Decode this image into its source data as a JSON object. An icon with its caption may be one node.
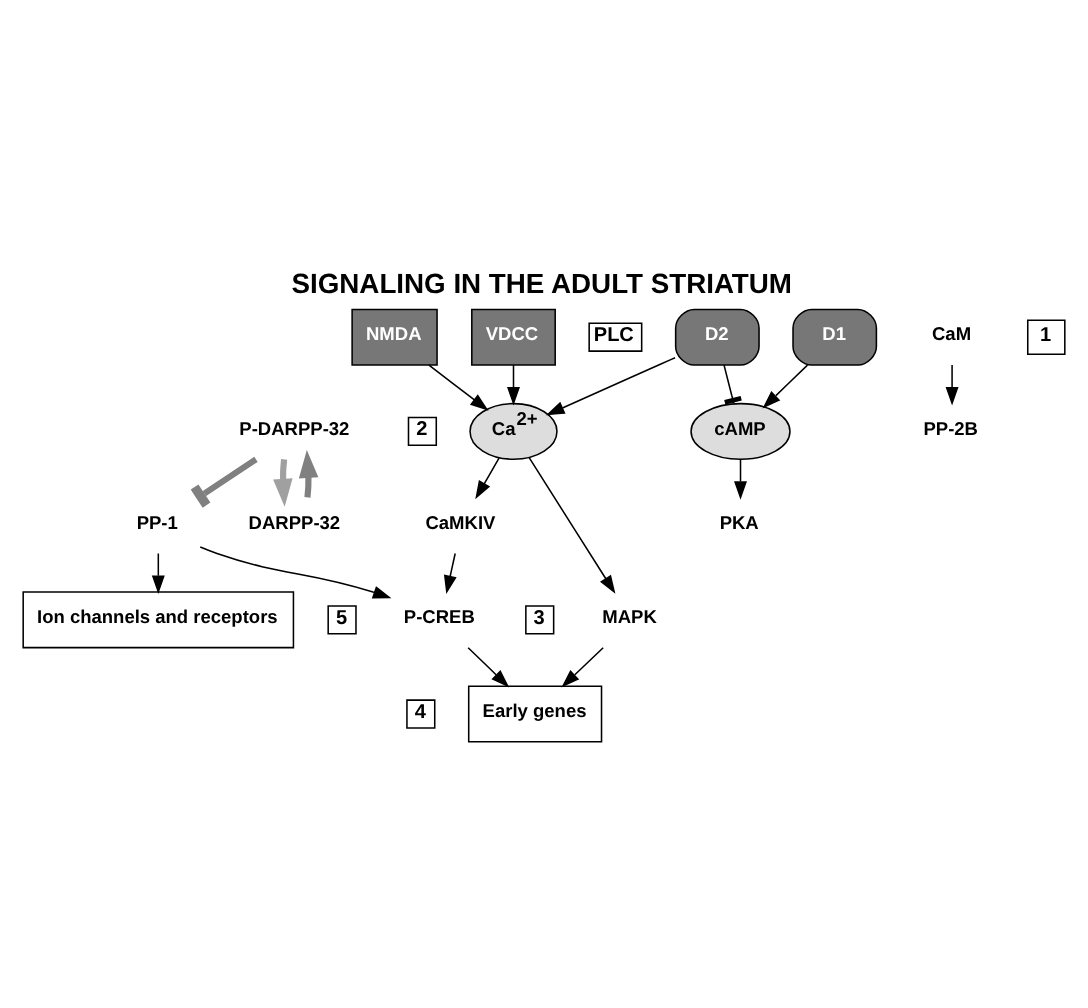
{
  "diagram": {
    "title": "SIGNALING IN THE ADULT STRIATUM",
    "nodes": [
      {
        "text": [
          "VDCC"
        ]
      },
      {
        "text": [
          "NMDA"
        ]
      },
      {
        "text": [
          "D2"
        ],
        "beside": [
          "PLC"
        ]
      },
      {
        "text": [
          "D1"
        ]
      },
      {
        "text": [
          "Ca$^{2+}$"
        ],
        "beside": [
          "2"
        ]
      },
      {
        "text": [
          "cAMP"
        ]
      },
      {
        "text": [
          "CaM"
        ]
      },
      {
        "text": [
          "PP-2B"
        ]
      },
      {
        "text": [
          "MAPK"
        ],
        "beside": [
          "3"
        ]
      },
      {
        "text": [
          "CaMKIV"
        ]
      },
      {
        "text": [
          "DARPP-32"
        ]
      },
      {
        "text": [
          "P-DARPP-32"
        ]
      },
      {
        "text": [
          "PKA"
        ]
      },
      {
        "text": [
          "PP-1"
        ]
      },
      {
        "text": [
          "P-CREB"
        ]
      },
      {
        "text": [
          "Early genes"
        ],
        "beside": [
          "4"
        ]
      },
      {
        "text": [
          "Ion channels and receptors"
        ],
        "beside": [
          "5"
        ]
      }
    ],
    "edges": [
      {
        "from": 0,
        "to": 4,
        "arrow": "to"
      },
      {
        "from": 1,
        "to": 4,
        "arrow": "to"
      },
      {
        "from": 2,
        "to": 4,
        "arrow": "to"
      },
      {
        "from": 2,
        "to": 5,
        "arrow": "other"
      },
      {
        "from": 3,
        "to": 5,
        "arrow": "to"
      },
      {
        "from": 5,
        "to": 12,
        "arrow": "to"
      },
      {
        "from": 4,
        "to": 8,
        "arrow": "to"
      },
      {
        "from": 4,
        "to": 9,
        "arrow": "to"
      },
      {
        "from": 6,
        "to": 7,
        "arrow": "to"
      },
      {
        "from": 10,
        "to": 11,
        "arrow": "to",
        "style": "thick",
        "color": "#808080"
      },
      {
        "from": 11,
        "to": 10,
        "arrow": "to",
        "style": "thick",
        "color": "#a0a0a0"
      },
      {
        "from": 11,
        "to": 13,
        "arrow": "other",
        "style": "thick",
        "color": "#808080"
      },
      {
        "from": 8,
        "to": 15,
        "arrow": "to"
      },
      {
        "from": 9,
        "to": 14,
        "arrow": "to"
      },
      {
        "from": 13,
        "to": 14,
        "arrow": "to"
      },
      {
        "from": 14,
        "to": 15,
        "arrow": "to"
      },
      {
        "from": 13,
        "to": 16,
        "arrow": "to"
      }
    ],
    "labels": [
      "1"
    ]
  }
}
